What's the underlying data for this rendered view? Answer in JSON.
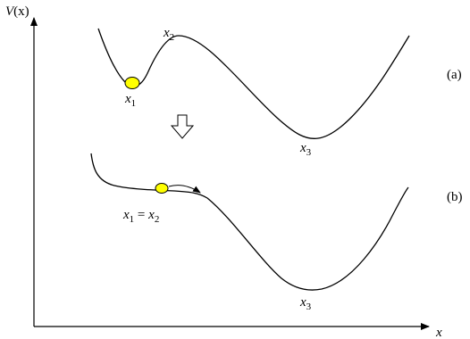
{
  "axes": {
    "y_label_base": "V",
    "y_label_arg": "(x)",
    "x_label": "x"
  },
  "panel_a": {
    "tag": "(a)",
    "labels": {
      "x1": {
        "base": "x",
        "sub": "1"
      },
      "x2": {
        "base": "x",
        "sub": "2"
      },
      "x3": {
        "base": "x",
        "sub": "3"
      }
    }
  },
  "transition_arrow_icon": "hollow-down-arrow",
  "panel_b": {
    "tag": "(b)",
    "labels": {
      "x1": {
        "base": "x",
        "sub": "1"
      },
      "equals": " = ",
      "x2": {
        "base": "x",
        "sub": "2"
      },
      "x3": {
        "base": "x",
        "sub": "3"
      }
    }
  },
  "colors": {
    "ball_fill": "#ffff00",
    "ball_stroke": "#000000",
    "curve": "#000000",
    "axes": "#000000"
  }
}
